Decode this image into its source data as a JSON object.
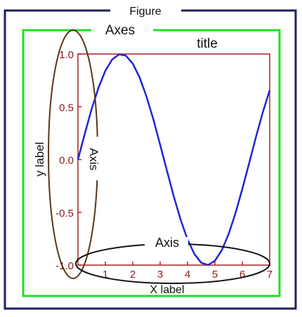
{
  "labels": {
    "figure": "Figure",
    "axes": "Axes",
    "title": "title",
    "axis_vertical": "Axis",
    "axis_horizontal": "Axis",
    "y_label": "y label",
    "x_label": "X label"
  },
  "colors": {
    "figure_border": "#1f1f5e",
    "axes_border": "#1fe01f",
    "plot_frame": "#aa2222",
    "tick_label": "#8b1a1a",
    "curve": "#2424d6",
    "y_axis_ellipse": "#5a3518",
    "x_axis_ellipse": "#111111",
    "text": "#111111"
  },
  "chart_data": {
    "type": "line",
    "x_ticks": [
      1,
      2,
      3,
      4,
      5,
      6,
      7
    ],
    "y_ticks": [
      1.0,
      0.5,
      0.0,
      -0.5,
      -1.0
    ],
    "y_tick_labels": [
      "1.0",
      "0.5",
      "0.0",
      "-0.5",
      "-1.0"
    ],
    "xlim": [
      0,
      7
    ],
    "ylim": [
      -1,
      1
    ],
    "series": [
      {
        "function": "sin",
        "x": [
          0,
          0.25,
          0.5,
          0.75,
          1,
          1.25,
          1.5,
          1.75,
          2,
          2.25,
          2.5,
          2.75,
          3,
          3.25,
          3.5,
          3.75,
          4,
          4.25,
          4.5,
          4.75,
          5,
          5.25,
          5.5,
          5.75,
          6,
          6.25,
          6.5,
          6.75,
          7
        ],
        "y": [
          0.0,
          0.247,
          0.479,
          0.682,
          0.841,
          0.949,
          0.997,
          0.984,
          0.909,
          0.778,
          0.598,
          0.382,
          0.141,
          -0.108,
          -0.351,
          -0.572,
          -0.757,
          -0.895,
          -0.978,
          -0.999,
          -0.959,
          -0.859,
          -0.706,
          -0.508,
          -0.279,
          -0.033,
          0.215,
          0.451,
          0.657
        ]
      }
    ]
  }
}
